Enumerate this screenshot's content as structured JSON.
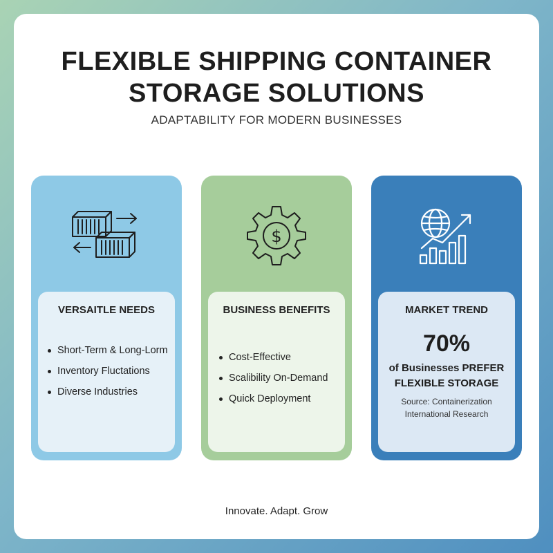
{
  "header": {
    "title_line1": "FLEXIBLE SHIPPING CONTAINER",
    "title_line2": "STORAGE SOLUTIONS",
    "subtitle": "ADAPTABILITY FOR MODERN BUSINESSES"
  },
  "cards": [
    {
      "icon": "container-transfer-icon",
      "title": "VERSAITLE NEEDS",
      "points": [
        "Short-Term & Long-Lorm",
        "Inventory Fluctations",
        "Diverse Industries"
      ],
      "color": "#8ec9e6"
    },
    {
      "icon": "dollar-gear-icon",
      "title": "BUSINESS BENEFITS",
      "points": [
        "Cost-Effective",
        "Scalibility On-Demand",
        "Quick Deployment"
      ],
      "color": "#a6cd9b"
    },
    {
      "icon": "globe-growth-chart-icon",
      "title": "MARKET TREND",
      "stat_value": "70%",
      "stat_line1": "of Businesses PREFER",
      "stat_line2": "FLEXIBLE STORAGE",
      "source_line1": "Source: Containerization",
      "source_line2": "International Research",
      "color": "#3a7fba"
    }
  ],
  "footer": "Innovate. Adapt. Grow"
}
